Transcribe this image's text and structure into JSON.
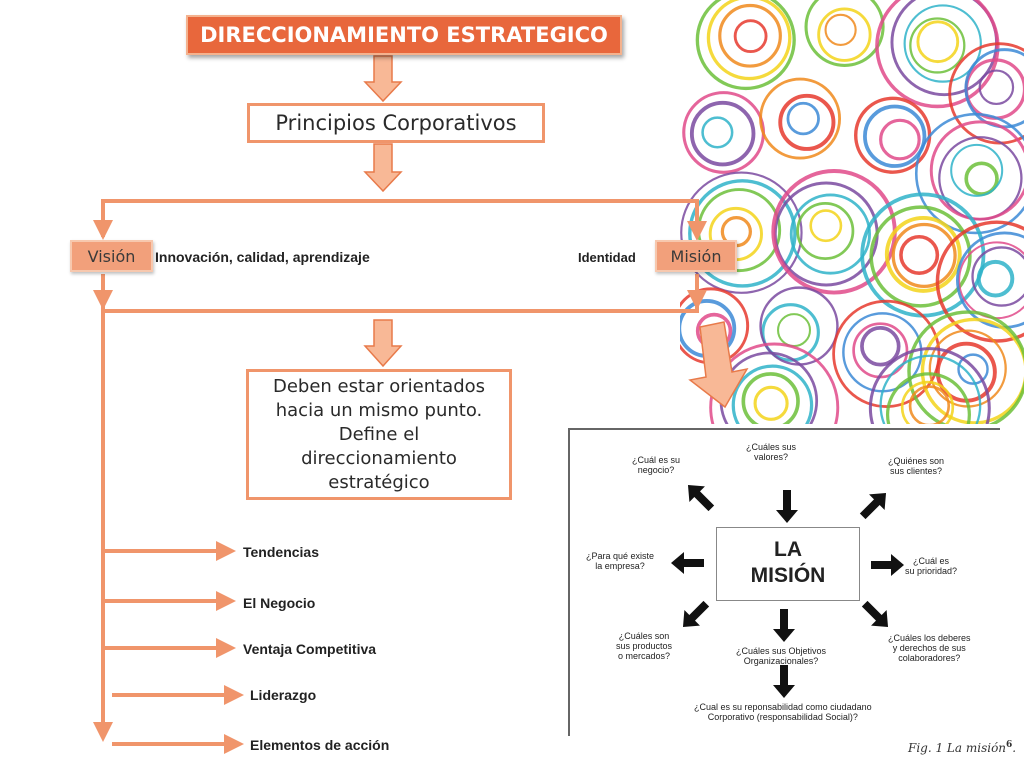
{
  "title": "DIRECCIONAMIENTO ESTRATEGICO",
  "principles": "Principios Corporativos",
  "vision": "Visión",
  "mision": "Misión",
  "vision_values": "Innovación, calidad, aprendizaje",
  "mision_values": "Identidad",
  "center_lines": [
    "Deben estar orientados",
    "hacia un mismo punto.",
    "Define el",
    "direccionamiento",
    "estratégico"
  ],
  "branches": [
    "Tendencias",
    "El Negocio",
    "Ventaja Competitiva",
    "Liderazgo",
    "Elementos de acción"
  ],
  "figure": {
    "title_lines": [
      "LA",
      "MISIÓN"
    ],
    "questions": {
      "top": [
        "¿Cuáles sus",
        "valores?"
      ],
      "top_left": [
        "¿Cuál es su",
        "negocio?"
      ],
      "top_right": [
        "¿Quiénes son",
        "sus clientes?"
      ],
      "left": [
        "¿Para qué existe",
        "la empresa?"
      ],
      "right": [
        "¿Cuál es",
        "su prioridad?"
      ],
      "bottom_left": [
        "¿Cuáles son",
        "sus productos",
        "o mercados?"
      ],
      "bottom": [
        "¿Cuáles sus Objetivos",
        "Organizacionales?"
      ],
      "bottom_right": [
        "¿Cuáles los deberes",
        "y derechos de sus",
        "colaboradores?"
      ],
      "footer": [
        "¿Cual es su reponsabilidad como ciudadano",
        "Corporativo (responsabilidad Social)?"
      ]
    },
    "caption": "Fig. 1 La misión",
    "caption_note": "6"
  },
  "colors": {
    "accent": "#e8673c",
    "connector": "#f0956b",
    "arrow_fill": "#f8b896",
    "arrow_stroke": "#e87a4a",
    "tag_fill": "#f2a07b"
  },
  "decoration": {
    "ring_colors": [
      "#e63a2e",
      "#f08a1c",
      "#f3d31a",
      "#6cc03a",
      "#2fb3c9",
      "#7a4aa0",
      "#e04a8a",
      "#3c8ad6"
    ]
  }
}
